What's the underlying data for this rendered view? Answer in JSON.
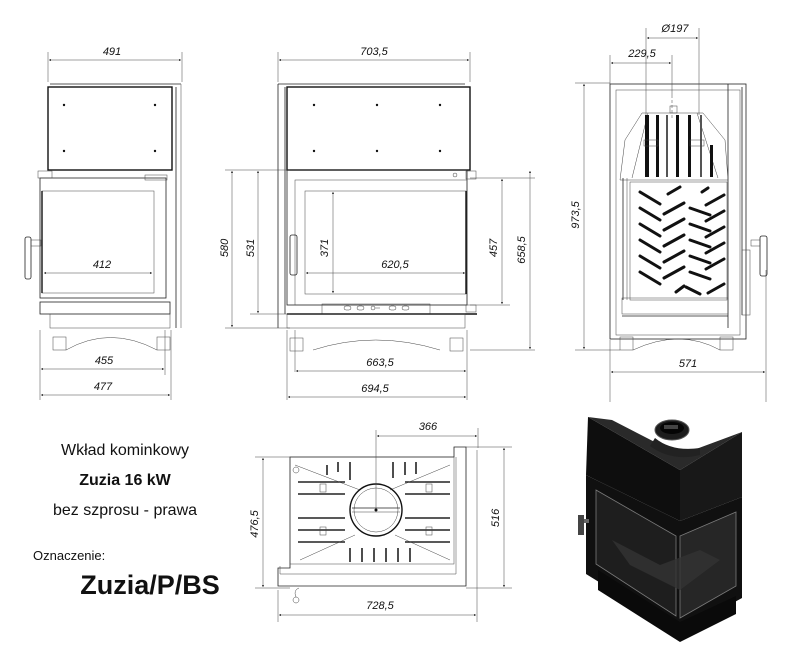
{
  "title_block": {
    "line1": "Wkład kominkowy",
    "line2": "Zuzia 16 kW",
    "line3": "bez szprosu - prawa",
    "label": "Oznaczenie:",
    "code": "Zuzia/P/BS"
  },
  "views": {
    "side_left": {
      "top_width": "491",
      "glass_width": "412",
      "base_inner": "455",
      "base_outer": "477"
    },
    "front": {
      "top_width": "703,5",
      "height_580": "580",
      "height_531": "531",
      "glass_height": "371",
      "glass_width": "620,5",
      "right_457": "457",
      "right_658": "658,5",
      "base_inner": "663,5",
      "base_outer": "694,5"
    },
    "side_right": {
      "flue_diameter": "Ø197",
      "flue_offset": "229,5",
      "total_height": "973,5",
      "width": "571"
    },
    "top": {
      "flue_offset": "366",
      "depth_inner": "476,5",
      "depth_outer": "516",
      "width": "728,5"
    }
  },
  "colors": {
    "line": "#222222",
    "render_body": "#0d0d0d",
    "render_edge": "#3a3a3a"
  }
}
